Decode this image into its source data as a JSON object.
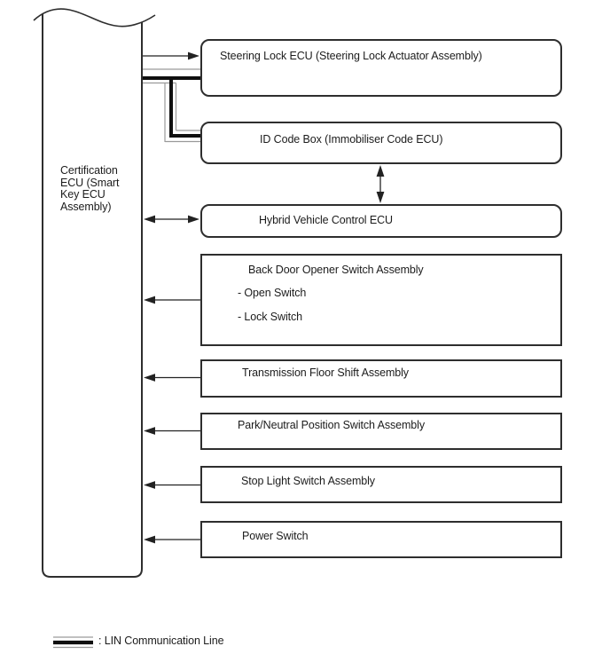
{
  "diagram": {
    "certification_ecu": {
      "label_lines": [
        "Certification",
        "ECU (Smart",
        "Key ECU",
        "Assembly)"
      ]
    },
    "nodes": [
      {
        "id": "steering-lock-ecu",
        "label": "Steering Lock ECU (Steering Lock Actuator Assembly)",
        "shape": "rounded",
        "connection": "arrow-right-and-lin"
      },
      {
        "id": "id-code-box",
        "label": "ID Code Box (Immobiliser Code ECU)",
        "shape": "rounded",
        "connection": "lin"
      },
      {
        "id": "hybrid-vehicle-control-ecu",
        "label": "Hybrid Vehicle Control ECU",
        "shape": "rounded",
        "connection": "arrow-both-ways"
      },
      {
        "id": "back-door-opener-switch-assembly",
        "label": "Back Door Opener Switch Assembly",
        "sub_items": [
          "- Open Switch",
          "- Lock Switch"
        ],
        "shape": "rect",
        "connection": "arrow-left"
      },
      {
        "id": "transmission-floor-shift-assembly",
        "label": "Transmission Floor Shift Assembly",
        "shape": "rect",
        "connection": "arrow-left"
      },
      {
        "id": "park-neutral-position-switch-assembly",
        "label": "Park/Neutral Position Switch Assembly",
        "shape": "rect",
        "connection": "arrow-left"
      },
      {
        "id": "stop-light-switch-assembly",
        "label": "Stop Light Switch Assembly",
        "shape": "rect",
        "connection": "arrow-left"
      },
      {
        "id": "power-switch",
        "label": "Power Switch",
        "shape": "rect",
        "connection": "arrow-left"
      }
    ],
    "extra_connections": [
      {
        "from": "id-code-box",
        "to": "hybrid-vehicle-control-ecu",
        "type": "arrow-both-ways"
      }
    ],
    "legend": {
      "symbol": "lin-triple-line",
      "label": ": LIN Communication Line"
    },
    "colors": {
      "line": "#2e2e2e",
      "lin_thick": "#0f0f0f",
      "lin_thin": "#9a9a9a",
      "background": "#ffffff",
      "text": "#1c1c1c"
    }
  }
}
